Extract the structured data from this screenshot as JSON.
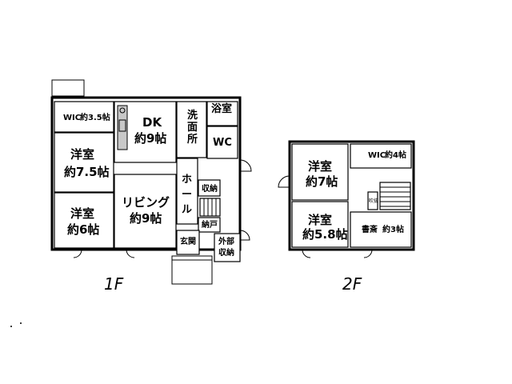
{
  "floor_1": {
    "label": "1F",
    "rooms": {
      "wic": {
        "name": "WIC",
        "size": "約3.5帖"
      },
      "dk": {
        "name": "DK",
        "size": "約9帖"
      },
      "senmen": {
        "name": "洗面所"
      },
      "bath": {
        "name": "浴室"
      },
      "wc": {
        "name": "WC"
      },
      "yoshitsu_a": {
        "name": "洋室",
        "size": "約7.5帖"
      },
      "hall": {
        "name": "ホール"
      },
      "storage": {
        "name": "収納"
      },
      "living": {
        "name": "リビング",
        "size": "約9帖"
      },
      "yoshitsu_b": {
        "name": "洋室",
        "size": "約6帖"
      },
      "nando": {
        "name": "納戸"
      },
      "genkan": {
        "name": "玄関"
      },
      "outdoor_storage": {
        "name": "外部収納"
      }
    }
  },
  "floor_2": {
    "label": "2F",
    "rooms": {
      "yoshitsu_c": {
        "name": "洋室",
        "size": "約7帖"
      },
      "wic": {
        "name": "WIC",
        "size": "約4帖"
      },
      "yoshitsu_d": {
        "name": "洋室",
        "size": "約5.8帖"
      },
      "study": {
        "name": "書斎",
        "size": "約3帖"
      },
      "fuki": {
        "name": "吹抜"
      }
    }
  }
}
